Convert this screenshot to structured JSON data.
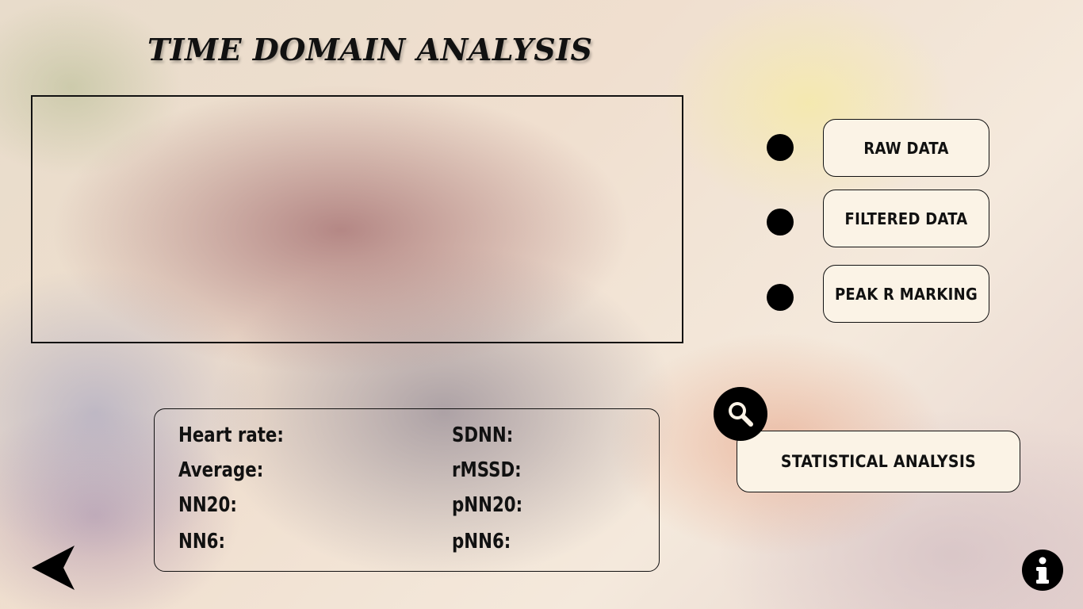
{
  "header": {
    "title": "TIME DOMAIN ANALYSIS"
  },
  "plot": {},
  "options": {
    "raw_data_label": "RAW DATA",
    "filtered_data_label": "FILTERED DATA",
    "peak_r_label": "PEAK R MARKING"
  },
  "stats": {
    "heart_rate": "Heart rate:",
    "average": "Average:",
    "nn20": "NN20:",
    "nn6": "NN6:",
    "sdnn": "SDNN:",
    "rmssd": "rMSSD:",
    "pnn20": "pNN20:",
    "pnn6": "pNN6:"
  },
  "actions": {
    "statistical_analysis_label": "STATISTICAL ANALYSIS"
  },
  "icons": {
    "search": "search-icon",
    "back": "back-arrow-icon",
    "info": "info-icon"
  },
  "colors": {
    "button_bg": "#fbf3e6",
    "ink": "#111111"
  }
}
